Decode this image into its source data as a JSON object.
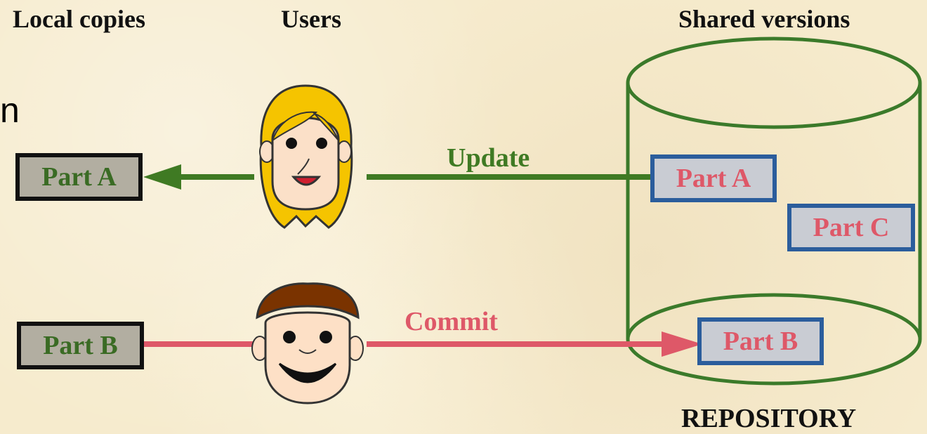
{
  "headers": {
    "local": "Local copies",
    "users": "Users",
    "shared": "Shared versions"
  },
  "stray_text": "n",
  "repository_label": "REPOSITORY",
  "local_copies": [
    "Part A",
    "Part B"
  ],
  "shared_parts": [
    "Part A",
    "Part C",
    "Part B"
  ],
  "arrows": {
    "update": "Update",
    "commit": "Commit"
  },
  "colors": {
    "update": "#3f7a23",
    "commit": "#de5868",
    "repository": "#3b7a2a",
    "shared_border": "#2b5d9c"
  }
}
